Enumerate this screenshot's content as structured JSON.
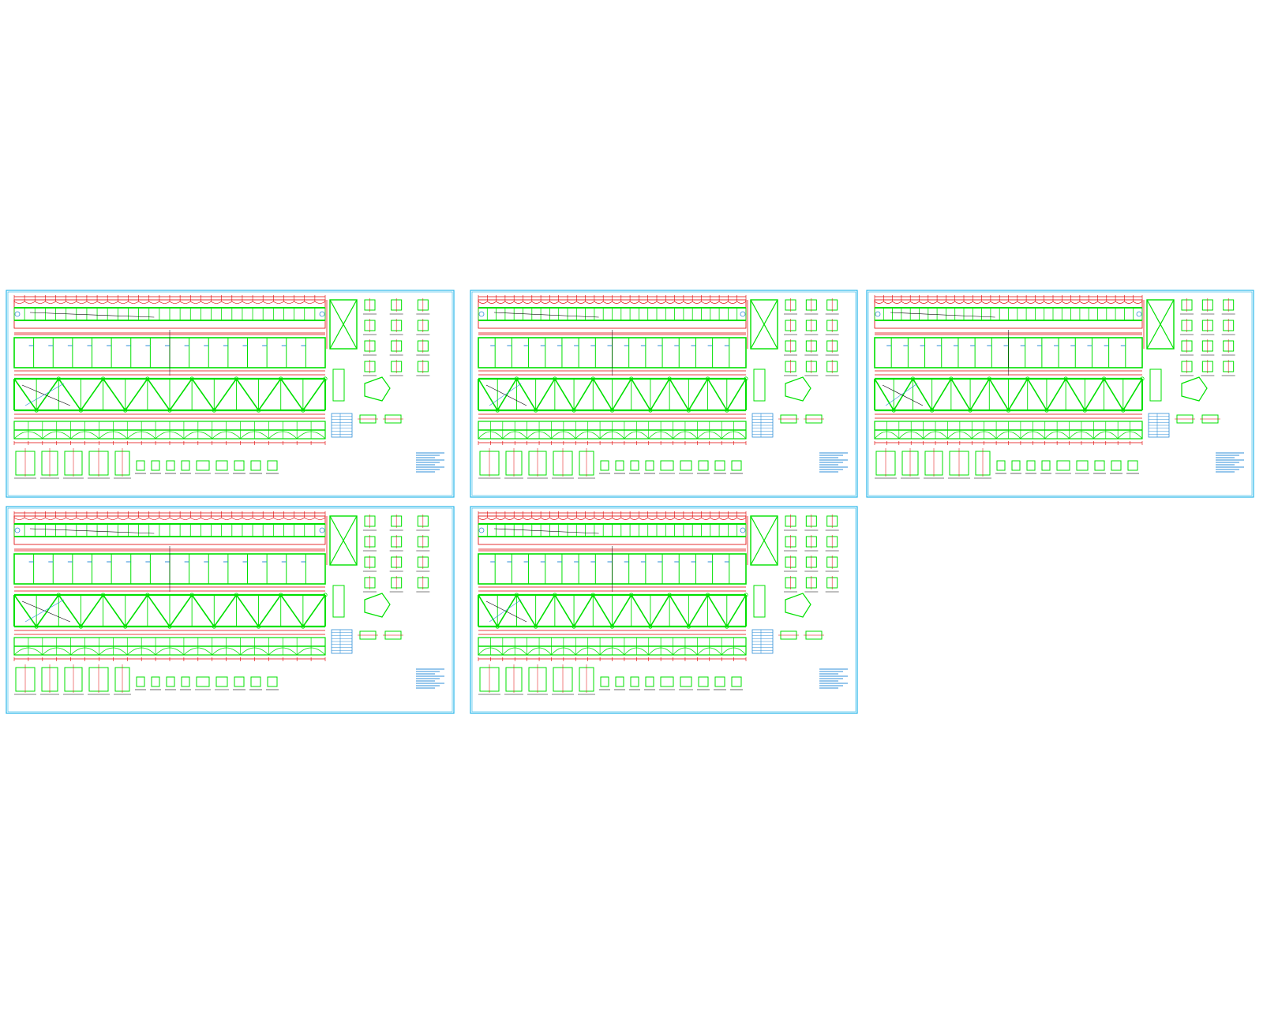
{
  "drawing": {
    "background": "#ffffff",
    "colors": {
      "truss": "#00e000",
      "dimension": "#e00000",
      "frame": "#29b6e8",
      "text": "#2f8fd8",
      "black": "#000000"
    },
    "sheets": [
      {
        "id": "sheet-1",
        "panels": [
          "chord-plan",
          "web-plan",
          "truss-elevation",
          "bottom-chord"
        ]
      },
      {
        "id": "sheet-2",
        "panels": [
          "chord-plan",
          "web-plan",
          "truss-elevation",
          "bottom-chord"
        ]
      },
      {
        "id": "sheet-3",
        "panels": [
          "chord-plan",
          "web-plan",
          "truss-elevation",
          "bottom-chord"
        ]
      },
      {
        "id": "sheet-4",
        "panels": [
          "chord-plan",
          "web-plan",
          "truss-elevation",
          "bottom-chord"
        ]
      },
      {
        "id": "sheet-5",
        "panels": [
          "chord-plan",
          "web-plan",
          "truss-elevation",
          "bottom-chord"
        ]
      }
    ]
  }
}
